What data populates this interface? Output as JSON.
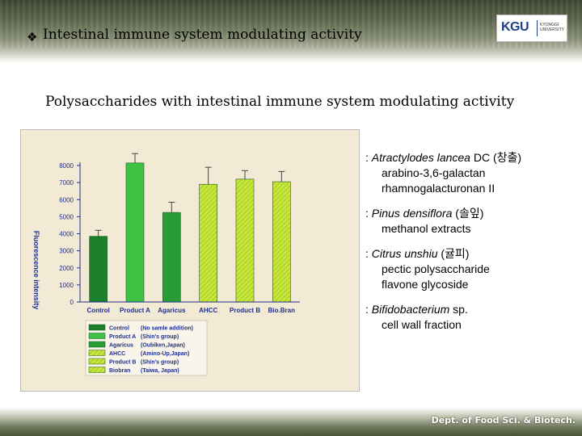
{
  "header": {
    "bullet": "❖",
    "title": "Intestinal immune system modulating activity"
  },
  "logo": {
    "mark": "KGU",
    "caption": "KYONGGI UNIVERSITY"
  },
  "subtitle": "Polysaccharides with intestinal immune system modulating activity",
  "chart_data": {
    "type": "bar",
    "title": "",
    "xlabel": "",
    "ylabel": "Fluorescence intensity",
    "ylim": [
      0,
      8000
    ],
    "yticks": [
      "0",
      "1000",
      "2000",
      "3000",
      "4000",
      "5000",
      "6000",
      "7000",
      "8000"
    ],
    "categories": [
      "Control",
      "Product A",
      "Agaricus",
      "AHCC",
      "Product B",
      "Bio.Bran"
    ],
    "values": [
      3850,
      8150,
      5250,
      6900,
      7200,
      7050
    ],
    "errors": [
      350,
      550,
      600,
      1000,
      500,
      600
    ],
    "grid": false,
    "legend_placement": "bottom-left",
    "legend": [
      {
        "name": "Control",
        "note": "(No samle addition)",
        "color": "#1b7f2c",
        "pattern": "solid"
      },
      {
        "name": "Product A",
        "note": "(Shin's group)",
        "color": "#3fc244",
        "pattern": "solid"
      },
      {
        "name": "Agaricus",
        "note": "(Oubiken,Japan)",
        "color": "#2a9c35",
        "pattern": "solid"
      },
      {
        "name": "AHCC",
        "note": "(Amino-Up,Japan)",
        "color": "#c7e83a",
        "pattern": "hatch"
      },
      {
        "name": "Product B",
        "note": "(Shin's group)",
        "color": "#c7e83a",
        "pattern": "hatch"
      },
      {
        "name": "Biobran",
        "note": "(Taiwa, Japan)",
        "color": "#d4ec3c",
        "pattern": "hatch"
      }
    ],
    "colors": {
      "plot_bg": "#f3ead5",
      "axis": "#1f2f8a",
      "label": "#1f2f8a",
      "error": "#444444"
    }
  },
  "notes": [
    {
      "prefix": ": ",
      "scientific": "Atractylodes lancea",
      "suffix": " DC (창출)",
      "details": [
        "arabino-3,6-galactan",
        "rhamnogalacturonan II"
      ]
    },
    {
      "prefix": ": ",
      "scientific": "Pinus densiflora",
      "suffix": " (솔잎)",
      "details": [
        "methanol extracts"
      ]
    },
    {
      "prefix": ": ",
      "scientific": "Citrus unshiu",
      "suffix": " (귤피)",
      "details": [
        "pectic polysaccharide",
        "flavone glycoside"
      ]
    },
    {
      "prefix": ": ",
      "scientific": "Bifidobacterium",
      "suffix": " sp.",
      "details": [
        "cell wall fraction"
      ]
    }
  ],
  "footer": "Dept. of Food Sci. & Biotech."
}
